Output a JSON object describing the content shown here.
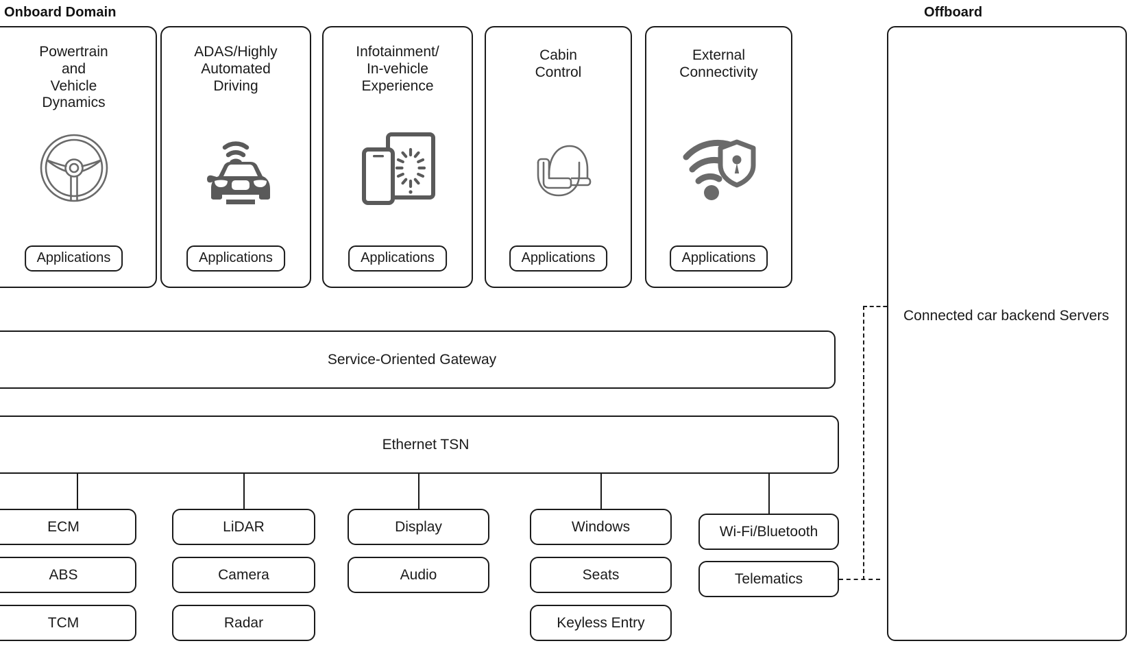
{
  "headers": {
    "onboard": "Onboard Domain",
    "offboard": "Offboard"
  },
  "domains": [
    {
      "title": "Powertrain and\nVehicle Dynamics",
      "icon": "steering-wheel-icon",
      "applications": "Applications"
    },
    {
      "title": "ADAS/Highly\nAutomated Driving",
      "icon": "connected-car-icon",
      "applications": "Applications"
    },
    {
      "title": "Infotainment/\nIn-vehicle Experience",
      "icon": "phone-tablet-icon",
      "applications": "Applications"
    },
    {
      "title": "Cabin Control",
      "icon": "car-seat-icon",
      "applications": "Applications"
    },
    {
      "title": "External Connectivity",
      "icon": "wifi-shield-icon",
      "applications": "Applications"
    }
  ],
  "gateway": {
    "label": "Service-Oriented Gateway"
  },
  "network": {
    "label": "Ethernet TSN"
  },
  "ecu_columns": [
    {
      "name": "powertrain",
      "items": [
        "ECM",
        "ABS",
        "TCM"
      ]
    },
    {
      "name": "adas",
      "items": [
        "LiDAR",
        "Camera",
        "Radar"
      ]
    },
    {
      "name": "infotainment",
      "items": [
        "Display",
        "Audio"
      ]
    },
    {
      "name": "cabin",
      "items": [
        "Windows",
        "Seats",
        "Keyless Entry"
      ]
    },
    {
      "name": "connectivity",
      "items": [
        "Wi-Fi/Bluetooth",
        "Telematics"
      ]
    }
  ],
  "offboard": {
    "label": "Connected car backend Servers"
  },
  "colors": {
    "stroke": "#1a1a1a",
    "icon_fill": "#5a5a5a",
    "icon_line": "#6a6a6a",
    "background": "#ffffff"
  }
}
